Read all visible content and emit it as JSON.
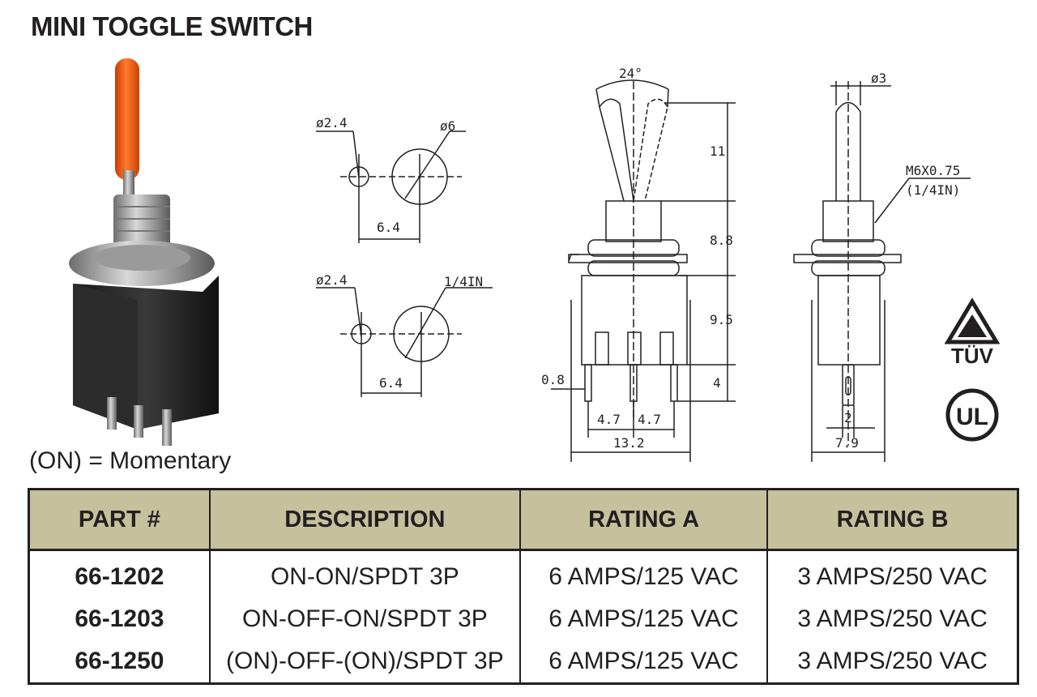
{
  "title": "MINI TOGGLE SWITCH",
  "momentary_note": "(ON) = Momentary",
  "dimensions": {
    "hole_small_1": "ø2.4",
    "hole_large_1": "ø6",
    "spacing_1": "6.4",
    "hole_small_2": "ø2.4",
    "hole_large_2": "1/4IN",
    "spacing_2": "6.4",
    "angle": "24°",
    "lever_length": "11",
    "bushing_length": "8.8",
    "body_height": "9.5",
    "terminal_length": "4",
    "terminal_width": "0.8",
    "pitch_left": "4.7",
    "pitch_right": "4.7",
    "body_width": "13.2",
    "lever_dia": "ø3",
    "thread_1": "M6X0.75",
    "thread_2": "(1/4IN)",
    "terminal_thickness": "2",
    "body_depth": "7.9"
  },
  "certifications": {
    "tuv": "TÜV",
    "ul": "UL"
  },
  "table": {
    "headers": [
      "PART #",
      "DESCRIPTION",
      "RATING A",
      "RATING B"
    ],
    "rows": [
      [
        "66-1202",
        "ON-ON/SPDT 3P",
        "6 AMPS/125 VAC",
        "3 AMPS/250 VAC"
      ],
      [
        "66-1203",
        "ON-OFF-ON/SPDT 3P",
        "6 AMPS/125 VAC",
        "3 AMPS/250 VAC"
      ],
      [
        "66-1250",
        "(ON)-OFF-(ON)/SPDT 3P",
        "6 AMPS/125 VAC",
        "3 AMPS/250 VAC"
      ]
    ]
  },
  "colors": {
    "header_bg": "#c5c19d",
    "lever": "#e8520c",
    "text": "#231f20"
  }
}
